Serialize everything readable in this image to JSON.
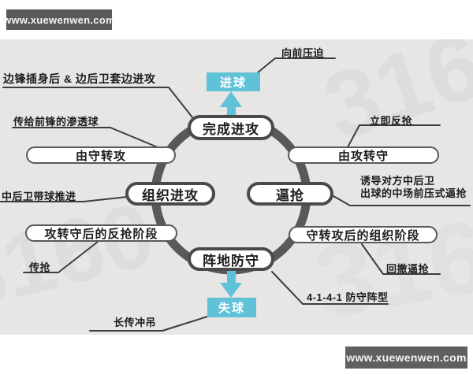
{
  "watermark_top": {
    "text": "www.xuewenwen.com"
  },
  "watermark_bottom": {
    "text": "www.xuewenwen.com"
  },
  "colors": {
    "accent_cyan": "#5fc2d9",
    "ring_gray": "#59585a",
    "panel_bg": "#e8e6e4",
    "watermark_bg": "#5a595b",
    "text_dark": "#1d1d1f"
  },
  "diagram": {
    "nodes": {
      "complete_attack": "完成进攻",
      "pressing": "逼抢",
      "positional_defense": "阵地防守",
      "organize_attack": "组织进攻"
    },
    "transitions": {
      "defense_to_attack": "由守转攻",
      "attack_to_defense": "由攻转守",
      "counterpress_phase": "攻转守后的反抢阶段",
      "organize_phase": "守转攻后的组织阶段"
    },
    "outcomes": {
      "goal": "进球",
      "lost_ball": "失球"
    },
    "annotations": {
      "forward_press": "向前压迫",
      "winger_overlap": "边锋插身后 & 边后卫套边进攻",
      "through_ball": "传给前锋的渗透球",
      "immediate_counterpress": "立即反抢",
      "cb_carry": "中后卫带球推进",
      "lure_press_line1": "诱导对方中后卫",
      "lure_press_line2": "出球的中场前压式逼抢",
      "pass_steal": "传抢",
      "drop_press": "回撤逼抢",
      "formation": "4-1-4-1 防守阵型",
      "long_ball": "长传冲吊"
    },
    "ghost_text": "3160"
  }
}
